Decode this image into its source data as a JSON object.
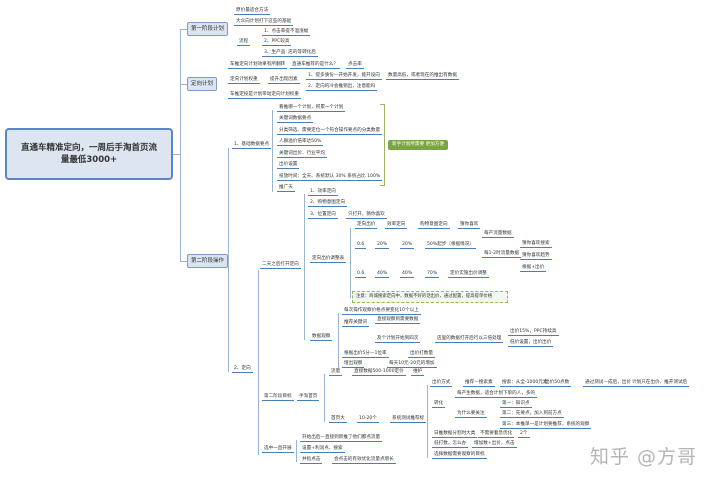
{
  "root": "直通车精准定向，一周后手淘首页流量最低3000+",
  "branches": {
    "b1": "第一阶段计划",
    "b2": "定向计划",
    "b3": "第二阶段操作"
  },
  "nodes": {
    "a1": "原价最适合方法",
    "a2": "大众向计划打下这些的基础",
    "a3": "流程",
    "a4": "1、点击率提不温涨幅",
    "a5": "2、PPC较高",
    "a6": "3、生产品: 店的等转化后",
    "c1": "车推定向计划效果有所翻转",
    "c2": "直通车推荐的是什么？",
    "c3": "点击率",
    "c4": "定向计划权重",
    "c5": "提升出现因素",
    "c6": "1、提多质份—开始开发，能开设向",
    "c7": "数量高低，或者现在的推出有数据",
    "c8": "2、定向的冷会推销出，注意能吗",
    "c9": "车推定投是计划带动定向计划权重",
    "d0": "1、基础数据要点",
    "d1": "看推哪一个计划，积累一个计划",
    "d2": "关键词数据要点",
    "d3": "分类筛选、需要定位一个符合操作要点的分类数量",
    "d4": "人群溢价倍率达50%",
    "d5": "关键词出价、行业平均",
    "d6": "出价设置",
    "d7": "投放时间：全天、系统默认 30% 系统占比 100%",
    "d8": "推广天",
    "dg": "新手计划所需要 更加方便",
    "e0": "2、定向",
    "e1": "二天之后打开定向",
    "e2": "1、效率定向",
    "e3": "2、购物意图定向",
    "e4": "3、位置定向",
    "e5": "只打开，猜你喜欢",
    "e6": "定向出价调整表",
    "f1": "定向出价",
    "f2": "效率定向",
    "f3": "购物意图定向",
    "f4": "猜你喜欢",
    "g1": "0.6",
    "g2": "20%",
    "g3": "20%",
    "g4": "50%起步（根据情况）",
    "g5": "每产流量数据",
    "g6": "每1-2时流量数据",
    "g7": "猜你喜欢搜索",
    "g8": "猜你喜欢趋势",
    "g9": "根据+出价",
    "h1": "0.6",
    "h2": "40%",
    "h3": "40%",
    "h4": "70%",
    "h5": "定价实施出价调整",
    "note": "注意：商城搜索定向中，数据不好的话出价，通过配置，提高提单价格",
    "i0": "数据观察",
    "i1": "每次操作观察价格点要变化10个以上",
    "i2": "推荐关键词",
    "i3": "直接观察到需要数据",
    "i4": "及个计划开始到四次",
    "i5": "店里的数据打开后行以三倍处理",
    "i6": "出价15%，PPC持续高",
    "i7": "低价设置，出价出价",
    "i8": "根据出价5分—1位率",
    "i9": "出价打数量",
    "ia": "增出观察",
    "ib": "每天10元-20元的增加",
    "j0": "第二阶段目标",
    "j1": "手淘首页",
    "j2": "流量",
    "j3": "直接数据500-1000定价",
    "j4": "维护",
    "j5": "首页大",
    "j6": "10-20个",
    "j7": "系统测试推荐标",
    "k1": "出价方式",
    "k2": "推荐—搜索素",
    "k3": "搜索：从全-1000元素",
    "k4": "出价50点数",
    "k5": "通过测试—成后，出价",
    "k6": "计划只在出价、推开测试后",
    "k7": "转化",
    "k8": "每产生数据，适合计划下单的人，多的",
    "k9": "为什么要关注",
    "ka": "第一：知识点",
    "kb": "第二：先要点，加入到前方点",
    "kc": "第三：本推单一是计划要推荐，系统的观察",
    "kd": "日推数据分割时大类",
    "ke": "不需要着急优化",
    "kf": "2个",
    "kg": "低打数，怎么办",
    "kh": "增加数+出价，点击",
    "ki": "选择数据需要观察的目标",
    "l0": "选中一直开展",
    "l1": "开始出后—直接到新推了他们都点流量",
    "l2": "设置+利润点、搜索",
    "l3": "并指点击",
    "l4": "会点击的有效优化流量点增长"
  },
  "watermark": "知乎 @方哥",
  "colors": {
    "accent": "#4a7fb5",
    "branch_bg": "#dbe4f1",
    "green": "#7aa544"
  }
}
